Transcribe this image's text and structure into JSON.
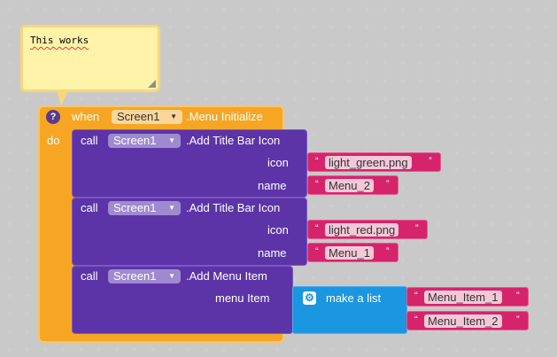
{
  "comment": {
    "text": "This works"
  },
  "event": {
    "keyword_when": "when",
    "component": "Screen1",
    "event_name": ".Menu Initialize",
    "keyword_do": "do"
  },
  "calls": [
    {
      "keyword": "call",
      "component": "Screen1",
      "method": ".Add Title Bar Icon",
      "params": [
        {
          "label": "icon",
          "value": "light_green.png"
        },
        {
          "label": "name",
          "value": "Menu_2"
        }
      ]
    },
    {
      "keyword": "call",
      "component": "Screen1",
      "method": ".Add Title Bar Icon",
      "params": [
        {
          "label": "icon",
          "value": "light_red.png"
        },
        {
          "label": "name",
          "value": "Menu_1"
        }
      ]
    },
    {
      "keyword": "call",
      "component": "Screen1",
      "method": ".Add Menu Item",
      "params": [
        {
          "label": "menu Item"
        }
      ]
    }
  ],
  "make_list": {
    "label": "make a list",
    "items": [
      "Menu_Item_1",
      "Menu_Item_2"
    ]
  },
  "quotes": {
    "open": "“",
    "close": "”"
  },
  "colors": {
    "event": "#f6a623",
    "call": "#5c34a8",
    "text": "#d6246b",
    "list": "#1b96e0",
    "comment": "#fef3a8"
  }
}
